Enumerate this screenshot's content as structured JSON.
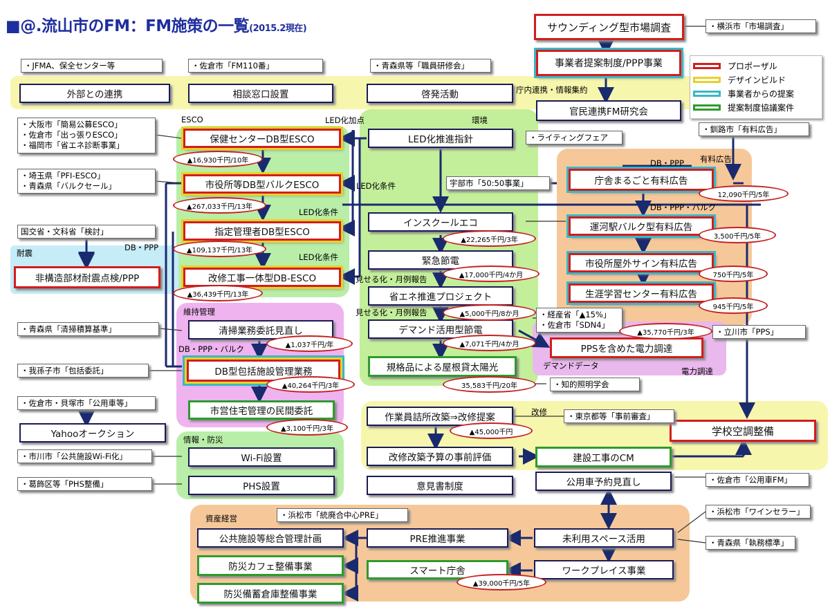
{
  "title": {
    "main": "■@.流山市のFM：FM施策の一覧",
    "sub": "(2015.2現在)"
  },
  "legend": [
    {
      "label": "プロポーザル",
      "color": "#d21d1d"
    },
    {
      "label": "デザインビルド",
      "color": "#e6d22a"
    },
    {
      "label": "事業者からの提案",
      "color": "#39b7c7"
    },
    {
      "label": "提案制度協議案件",
      "color": "#2e9a2e"
    }
  ],
  "boxes": {
    "sounding": "サウンディング型市場調査",
    "ppp": "事業者提案制度/PPP事業",
    "kanmin": "官民連携FM研究会",
    "gaibu": "外部との連携",
    "soudan": "相談窓口設置",
    "keihatsu": "啓発活動",
    "hoken": "保健センターDB型ESCO",
    "shiyakusho_esco": "市役所等DB型バルクESCO",
    "shitei": "指定管理者DB型ESCO",
    "kaishu_esco": "改修工事一体型DB-ESCO",
    "hikozo": "非構造部材耐震点検/PPP",
    "seisou": "清掃業務委託見直し",
    "db_hokatsu": "DB型包括施設管理業務",
    "shiei": "市営住宅管理の民間委託",
    "yahoo": "Yahooオークション",
    "wifi": "Wi-Fi設置",
    "phs": "PHS設置",
    "led": "LED化推進指針",
    "inschool": "インスクールエコ",
    "kinkyu": "緊急節電",
    "shoene": "省エネ推進プロジェクト",
    "demand": "デマンド活用型節電",
    "kikaku": "規格品による屋根貸太陽光",
    "chosha_ad": "庁舎まるごと有料広告",
    "unga_ad": "運河駅バルク型有料広告",
    "shiyakusho_sign": "市役所屋外サイン有料広告",
    "shougai_ad": "生涯学習センター有料広告",
    "pps": "PPSを含めた電力調達",
    "sagyouin": "作業員詰所改築⇒改修提案",
    "gakkou": "学校空調整備",
    "kaishu_yosan": "改修改築予算の事前評価",
    "cm": "建設工事のCM",
    "iken": "意見書制度",
    "koyousha": "公用車予約見直し",
    "koukyou": "公共施設等総合管理計画",
    "pre": "PRE推進事業",
    "miriyou": "未利用スペース活用",
    "bousai_cafe": "防災カフェ整備事業",
    "smart": "スマート庁舎",
    "workplace": "ワークプレイス事業",
    "bousai_soko": "防災備蓄倉庫整備事業"
  },
  "notes": {
    "yokohama": "・横浜市「市場調査」",
    "jfma": "・JFMA、保全センター等",
    "sakura110": "・佐倉市「FM110番」",
    "aomori_kenshu": "・青森県等「職員研修会」",
    "esco_refs": [
      "・大阪市「簡易公募ESCO」",
      "・佐倉市「出っ張りESCO」",
      "・福岡市「省エネ診断事業」"
    ],
    "pfi_refs": [
      "・埼玉県「PFI-ESCO」",
      "・青森県「バルクセール」"
    ],
    "kokkosho": "国交省・文科省「検討」",
    "aomori_seisou": "・青森県「清掃積算基準」",
    "abiko": "・我孫子市「包括委託」",
    "sakura_kaizuka": "・佐倉市・貝塚市「公用車等」",
    "ichikawa": "・市川市「公共施設Wi-Fi化」",
    "katsushika": "・葛飾区等「PHS整備」",
    "lighting": "・ライティングフェア",
    "ube": "宇部市「50:50事業」",
    "kushiro": "・釧路市「有料広告」",
    "tachikawa": "・立川市「PPS」",
    "keizai": [
      "・経産省「▲15%」",
      "・佐倉市「SDN4」"
    ],
    "chiteki": "・知的照明学会",
    "tokyo": "・東京都等「事前審査」",
    "sakura_fm": "・佐倉市「公用車FM」",
    "hamamatsu_pre": "・浜松市「統廃合中心PRE」",
    "hamamatsu_wine": "・浜松市「ワインセラー」",
    "aomori_shitsumu": "・青森県「執務標準」"
  },
  "labels": {
    "chonai": "庁内連携・情報集約",
    "esco": "ESCO",
    "led_kakaten": "LED化加点",
    "kankyo": "環境",
    "led_jouken1": "LED化条件",
    "led_jouken2": "LED化条件",
    "led_jouken3": "LED化条件",
    "db_ppp1": "DB・PPP",
    "taishin": "耐震",
    "db_ppp2": "DB・PPP",
    "yuryo_koukoku": "有料広告",
    "db_ppp_bulk": "DB・PPP・バルク",
    "mieru1": "見せる化・月例報告",
    "mieru2": "見せる化・月例報告",
    "iji_kanri": "維持管理",
    "db_ppp_bulk2": "DB・PPP・バルク",
    "demand_data": "デマンドデータ",
    "denryoku": "電力調達",
    "kaishu": "改修",
    "joho_bousai": "情報・防災",
    "shisan": "資産経営"
  },
  "amounts": {
    "hoken": "▲16,930千円/10年",
    "shiyakusho_esco": "▲267,033千円/13年",
    "shitei": "▲109,137千円/13年",
    "kaishu_esco": "▲36,439千円/13年",
    "seisou": "▲1,037千円/年",
    "db_hokatsu": "▲40,264千円/3年",
    "shiei": "▲3,100千円/3年",
    "inschool": "▲22,265千円/3年",
    "kinkyu": "▲17,000千円/4か月",
    "shoene": "▲5,000千円/8か月",
    "demand": "▲7,071千円/4か月",
    "kikaku": "35,583千円/20年",
    "chosha_ad": "12,090千円/5年",
    "unga_ad": "3,500千円/5年",
    "shiyakusho_sign": "750千円/5年",
    "shougai_ad": "945千円/5年",
    "pps": "▲35,770千円/3年",
    "sagyouin": "▲45,000千円",
    "smart": "▲39,000千円/5年"
  }
}
